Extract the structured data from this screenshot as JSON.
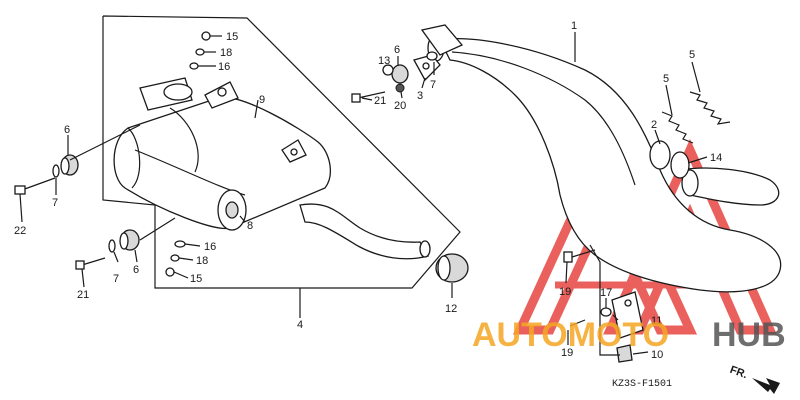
{
  "callouts": [
    {
      "id": "c1",
      "label": "1"
    },
    {
      "id": "c2",
      "label": "2"
    },
    {
      "id": "c3",
      "label": "3"
    },
    {
      "id": "c4",
      "label": "4"
    },
    {
      "id": "c5a",
      "label": "5"
    },
    {
      "id": "c5b",
      "label": "5"
    },
    {
      "id": "c6a",
      "label": "6"
    },
    {
      "id": "c6b",
      "label": "6"
    },
    {
      "id": "c6c",
      "label": "6"
    },
    {
      "id": "c7a",
      "label": "7"
    },
    {
      "id": "c7b",
      "label": "7"
    },
    {
      "id": "c7c",
      "label": "7"
    },
    {
      "id": "c8",
      "label": "8"
    },
    {
      "id": "c9",
      "label": "9"
    },
    {
      "id": "c10",
      "label": "10"
    },
    {
      "id": "c11",
      "label": "11"
    },
    {
      "id": "c12",
      "label": "12"
    },
    {
      "id": "c13",
      "label": "13"
    },
    {
      "id": "c14",
      "label": "14"
    },
    {
      "id": "c15a",
      "label": "15"
    },
    {
      "id": "c15b",
      "label": "15"
    },
    {
      "id": "c16a",
      "label": "16"
    },
    {
      "id": "c16b",
      "label": "16"
    },
    {
      "id": "c17",
      "label": "17"
    },
    {
      "id": "c18a",
      "label": "18"
    },
    {
      "id": "c18b",
      "label": "18"
    },
    {
      "id": "c19a",
      "label": "19"
    },
    {
      "id": "c19b",
      "label": "19"
    },
    {
      "id": "c20",
      "label": "20"
    },
    {
      "id": "c21a",
      "label": "21"
    },
    {
      "id": "c21b",
      "label": "21"
    },
    {
      "id": "c22",
      "label": "22"
    }
  ],
  "diagram_code": "KZ3S-F1501",
  "direction_label": "FR.",
  "watermark": {
    "text_left": "AUTOMOTO",
    "text_right": "HUB",
    "color_left": "#f5a623",
    "color_right": "#555555",
    "logo_color": "#e53935"
  }
}
